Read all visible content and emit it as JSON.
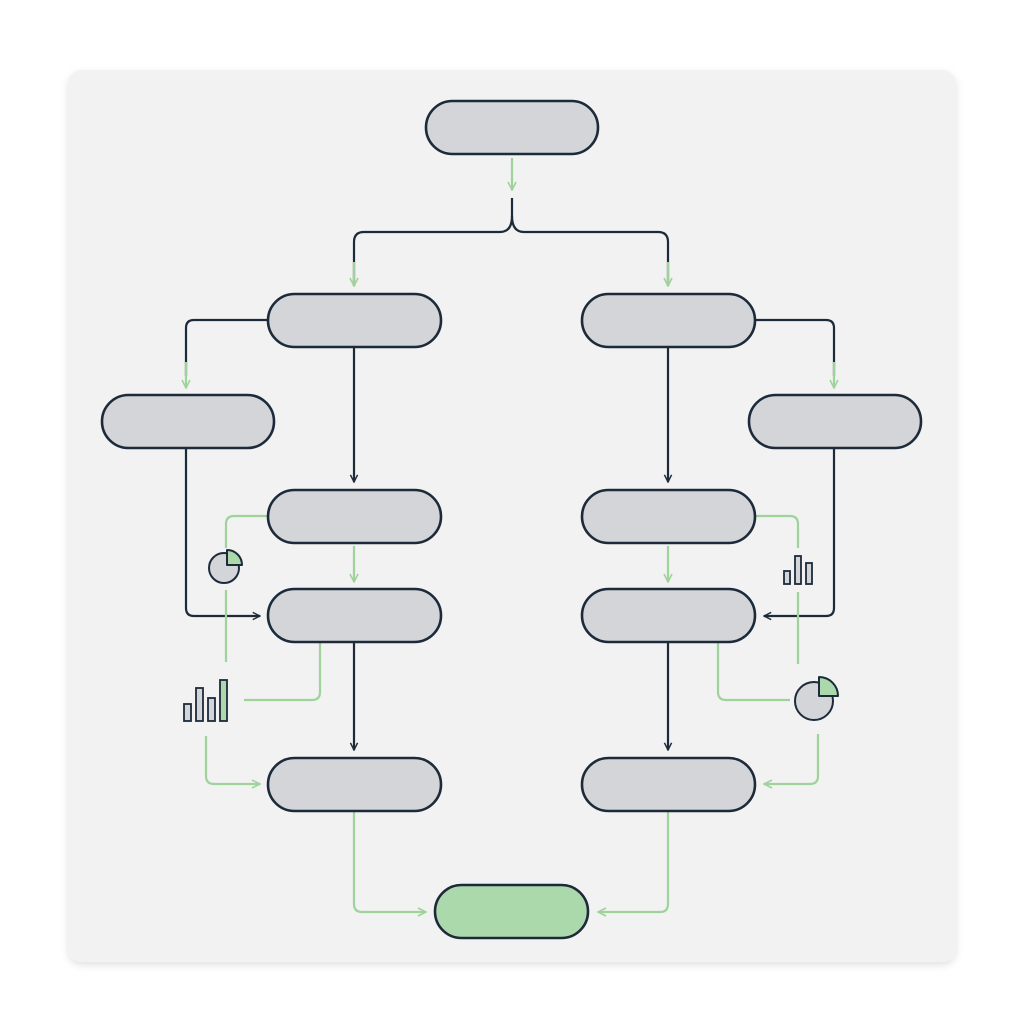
{
  "diagram": {
    "colors": {
      "canvas": "#f1f2f1",
      "node_fill": "#d3d5d9",
      "node_stroke": "#1c2a3a",
      "terminal_fill": "#acd9ac",
      "dark_connector": "#1c2a3a",
      "light_connector": "#9fd39b"
    },
    "nodes": [
      {
        "id": "start",
        "label": "",
        "kind": "process"
      },
      {
        "id": "left-a",
        "label": "",
        "kind": "process"
      },
      {
        "id": "right-a",
        "label": "",
        "kind": "process"
      },
      {
        "id": "left-side",
        "label": "",
        "kind": "process"
      },
      {
        "id": "right-side",
        "label": "",
        "kind": "process"
      },
      {
        "id": "left-b",
        "label": "",
        "kind": "process"
      },
      {
        "id": "right-b",
        "label": "",
        "kind": "process"
      },
      {
        "id": "left-c",
        "label": "",
        "kind": "process"
      },
      {
        "id": "right-c",
        "label": "",
        "kind": "process"
      },
      {
        "id": "left-d",
        "label": "",
        "kind": "process"
      },
      {
        "id": "right-d",
        "label": "",
        "kind": "process"
      },
      {
        "id": "end",
        "label": "",
        "kind": "terminal"
      }
    ],
    "icons": [
      {
        "name": "pie-chart-icon",
        "side": "left"
      },
      {
        "name": "bar-chart-icon",
        "side": "left"
      },
      {
        "name": "bar-chart-icon",
        "side": "right"
      },
      {
        "name": "pie-chart-icon",
        "side": "right"
      }
    ]
  }
}
